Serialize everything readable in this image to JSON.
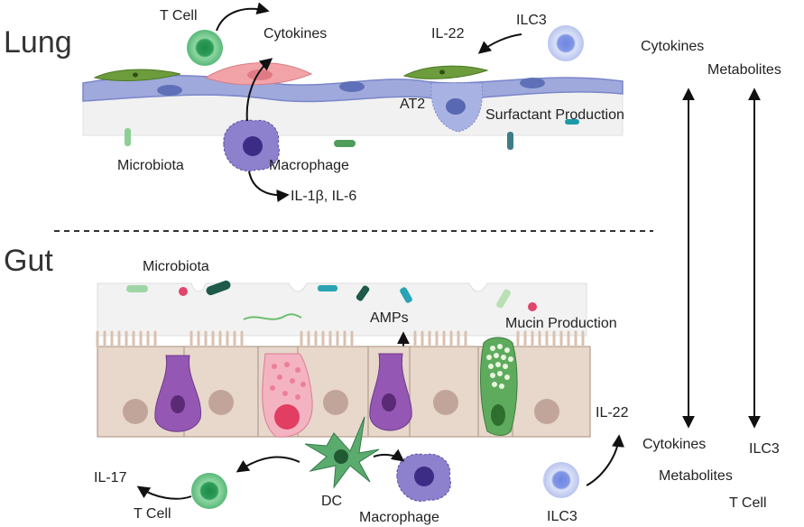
{
  "sections": {
    "lung": "Lung",
    "gut": "Gut"
  },
  "lung": {
    "t_cell": "T Cell",
    "cytokines": "Cytokines",
    "il22": "IL-22",
    "ilc3": "ILC3",
    "at2": "AT2",
    "surfactant": "Surfactant Production",
    "microbiota": "Microbiota",
    "macrophage": "Macrophage",
    "il1b_il6": "IL-1β, IL-6"
  },
  "gut": {
    "microbiota": "Microbiota",
    "amps": "AMPs",
    "mucin": "Mucin Production",
    "il22": "IL-22",
    "il17": "IL-17",
    "t_cell": "T Cell",
    "dc": "DC",
    "macrophage": "Macrophage",
    "ilc3": "ILC3"
  },
  "axis": {
    "top_cytokines": "Cytokines",
    "top_metabolites": "Metabolites",
    "bottom_cytokines": "Cytokines",
    "bottom_metabolites": "Metabolites",
    "bottom_ilc3": "ILC3",
    "bottom_tcell": "T Cell"
  },
  "colors": {
    "tcell": "#4caf6e",
    "ilc3": "#8ea6e6",
    "macrophage": "#6a5ab0",
    "epithelium": "#e9d6c8",
    "goblet": "#8b54a8",
    "paneth": "#f2a3b4",
    "dc": "#4f9c6a",
    "lung_cell": "#8d9bd6"
  }
}
